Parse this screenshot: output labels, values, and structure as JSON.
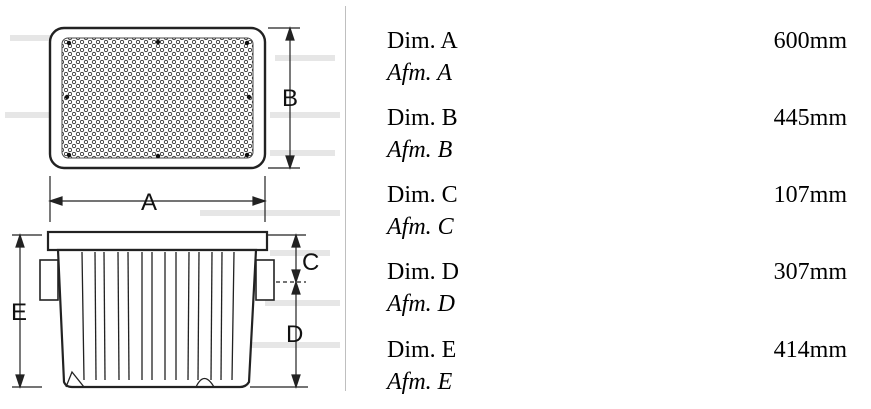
{
  "diagram": {
    "labels": {
      "a": "A",
      "b": "B",
      "c": "C",
      "d": "D",
      "e": "E"
    }
  },
  "dimensions": [
    {
      "label": "Dim. A",
      "sub": "Afm. A",
      "value": "600mm"
    },
    {
      "label": "Dim. B",
      "sub": "Afm. B",
      "value": "445mm"
    },
    {
      "label": "Dim. C",
      "sub": "Afm. C",
      "value": "107mm"
    },
    {
      "label": "Dim. D",
      "sub": "Afm. D",
      "value": "307mm"
    },
    {
      "label": "Dim. E",
      "sub": "Afm. E",
      "value": "414mm"
    }
  ]
}
